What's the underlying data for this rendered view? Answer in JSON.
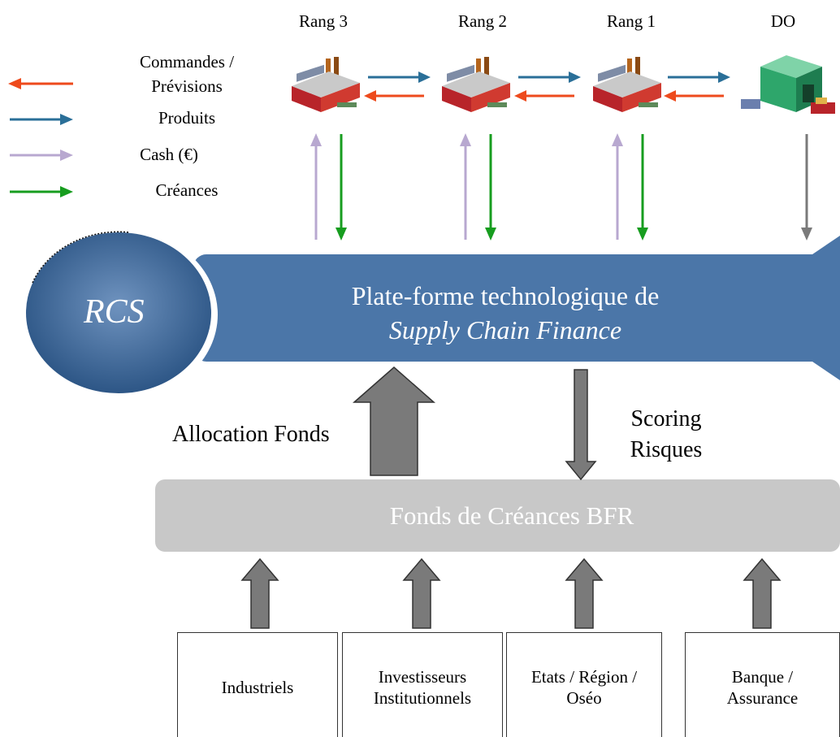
{
  "legend": {
    "items": [
      {
        "label": "Commandes /\nPrévisions",
        "color": "#ee4a1c"
      },
      {
        "label": "Produits",
        "color": "#2a6f98"
      },
      {
        "label": "Cash (€)",
        "color": "#b8a8d0"
      },
      {
        "label": "Créances",
        "color": "#179d1f"
      }
    ]
  },
  "tiers": [
    "Rang 3",
    "Rang 2",
    "Rang 1",
    "DO"
  ],
  "platform": {
    "line1": "Plate-forme  technologique de",
    "line2": "Supply Chain Finance",
    "color": "#4b76a8"
  },
  "rcs": {
    "label": "RCS",
    "color": "#35608f"
  },
  "allocation_label": "Allocation Fonds",
  "scoring_label": "Scoring\nRisques",
  "fund": {
    "label": "Fonds de Créances BFR",
    "color": "#c8c8c8"
  },
  "sources": [
    "Industriels",
    "Investisseurs\nInstitutionnels",
    "Etats / Région /\nOséo",
    "Banque /\nAssurance"
  ],
  "colors": {
    "gray_arrow": "#7a7a7a",
    "cash": "#b8a8d0",
    "receivables": "#179d1f",
    "orders": "#ee4a1c",
    "products": "#2a6f98"
  }
}
